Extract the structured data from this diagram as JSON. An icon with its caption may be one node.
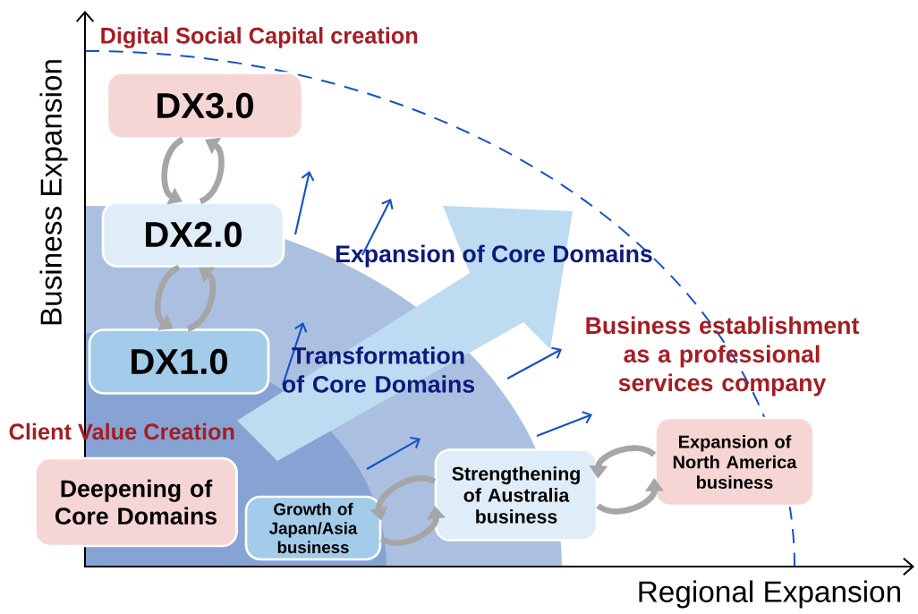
{
  "diagram": {
    "nodes": [
      {
        "text": [
          "DX3.0"
        ]
      },
      {
        "text": [
          "DX2.0"
        ]
      },
      {
        "text": [
          "DX1.0"
        ]
      },
      {
        "text": [
          "Deepening of Core Domains"
        ]
      },
      {
        "text": [
          "Growth of Japan/Asia business"
        ]
      },
      {
        "text": [
          "Strengthening of Australia business"
        ]
      },
      {
        "text": [
          "Expansion of North America business"
        ]
      }
    ],
    "edges": [
      {
        "from": 0,
        "to": 1,
        "arrow": "to"
      },
      {
        "from": 1,
        "to": 0,
        "arrow": "to"
      },
      {
        "from": 1,
        "to": 2,
        "arrow": "to"
      },
      {
        "from": 2,
        "to": 1,
        "arrow": "to"
      },
      {
        "from": 5,
        "to": 4,
        "arrow": "to"
      },
      {
        "from": 4,
        "to": 5,
        "arrow": "to"
      },
      {
        "from": 6,
        "to": 5,
        "arrow": "to"
      },
      {
        "from": 5,
        "to": 6,
        "arrow": "to"
      }
    ],
    "labels": [
      "Digital Social Capital creation",
      "Business Expansion",
      "Expansion of Core Domains",
      "Business establishment as a professional services company",
      "Transformation of Core Domains",
      "Client Value Creation",
      "Regional Expansion"
    ]
  }
}
